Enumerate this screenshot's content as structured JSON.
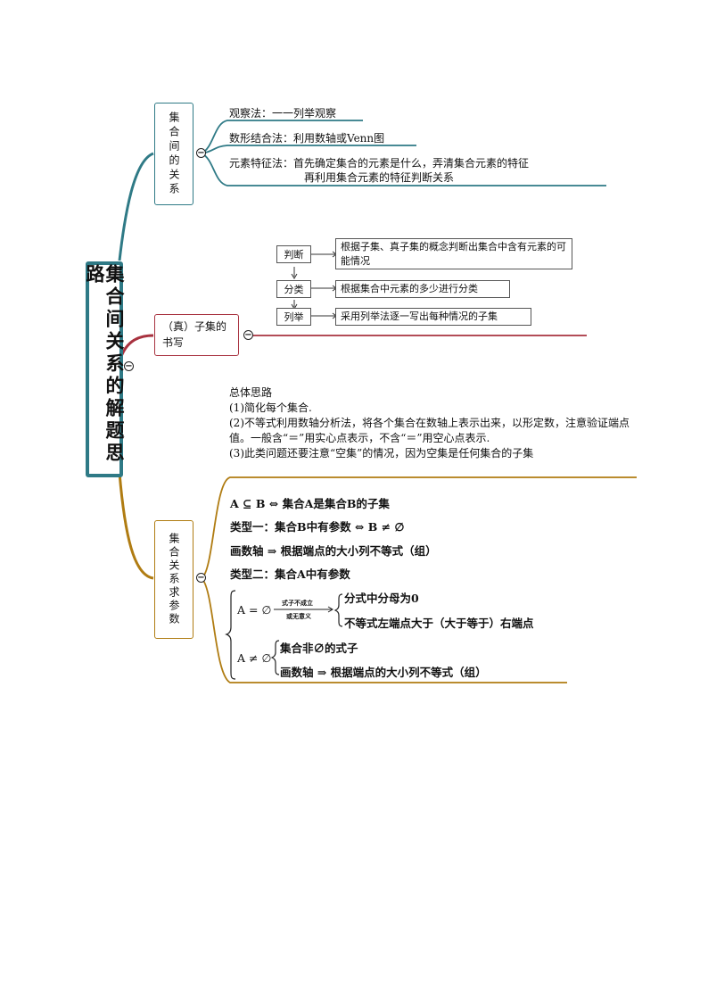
{
  "root": {
    "title": "集合间关系的解题思路"
  },
  "branch1": {
    "title": "集合间的关系",
    "items": [
      "观察法：一一列举观察",
      "数形结合法：利用数轴或Venn图",
      "元素特征法：首先确定集合的元素是什么，弄清集合元素的特征",
      "再利用集合元素的特征判断关系"
    ]
  },
  "branch2": {
    "title": "（真）子集的书写",
    "steps": [
      {
        "label": "判断",
        "desc": "根据子集、真子集的概念判断出集合中含有元素的可能情况"
      },
      {
        "label": "分类",
        "desc": "根据集合中元素的多少进行分类"
      },
      {
        "label": "列举",
        "desc": "采用列举法逐一写出每种情况的子集"
      }
    ]
  },
  "overall": {
    "title": "总体思路",
    "lines": [
      "(1)简化每个集合.",
      "(2)不等式利用数轴分析法，将各个集合在数轴上表示出来，以形定数，注意验证端点值。一般含“＝”用实心点表示，不含“＝”用空心点表示.",
      "(3)此类问题还要注意“空集”的情况，因为空集是任何集合的子集"
    ]
  },
  "branch3": {
    "title": "集合关系求参数",
    "lines": [
      "A ⊆ B ⇔ 集合A是集合B的子集",
      "类型一：集合B中有参数 ⇔ B ≠ ∅",
      "画数轴 ⇒ 根据端点的大小列不等式（组）",
      "类型二：集合A中有参数"
    ],
    "case_empty": {
      "left": "A = ∅",
      "arrow_top": "式子不成立",
      "arrow_bottom": "或无意义",
      "options": [
        "分式中分母为0",
        "不等式左端点大于（大于等于）右端点"
      ]
    },
    "case_nonempty": {
      "left": "A ≠ ∅",
      "options": [
        "集合非∅的式子",
        "画数轴 ⇒ 根据端点的大小列不等式（组）"
      ]
    }
  },
  "colors": {
    "teal": "#2f7a86",
    "red": "#a8323f",
    "gold": "#b07c12"
  },
  "icons": {
    "collapse": "minus-circle-icon"
  }
}
